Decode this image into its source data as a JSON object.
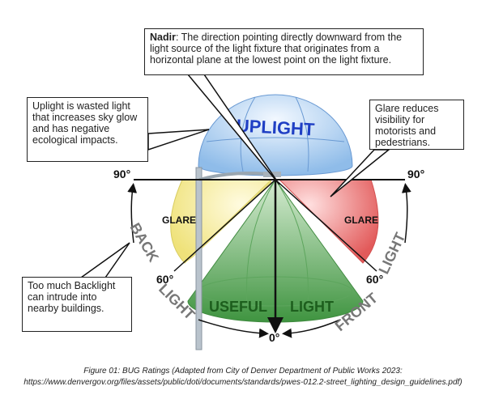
{
  "nadir_box": {
    "term": "Nadir",
    "text": ": The direction pointing directly downward from the light source of the light fixture that originates from a horizontal plane at the lowest point on the light fixture."
  },
  "uplight_box": {
    "text": "Uplight is wasted light that increases sky glow and has negative ecological impacts."
  },
  "glare_box": {
    "text": "Glare reduces visibility for motorists and pedestrians."
  },
  "backlight_box": {
    "text": "Too much Backlight can intrude into nearby buildings."
  },
  "labels": {
    "uplight": "UPLIGHT",
    "glare_left": "GLARE",
    "glare_right": "GLARE",
    "useful": "USEFUL",
    "light": "LIGHT",
    "back": "BACK",
    "back_light": "LIGHT",
    "front": "FRONT",
    "front_light": "LIGHT",
    "deg90_left": "90°",
    "deg90_right": "90°",
    "deg60_left": "60°",
    "deg60_right": "60°",
    "deg0": "0°"
  },
  "colors": {
    "uplight": "#a9cdef",
    "glare_back": "#f3ec9a",
    "glare_front": "#e86a6a",
    "useful": "#4f9e4f",
    "uplight_text": "#1f3fc4",
    "useful_text": "#1d5e1d"
  },
  "caption": {
    "line1": "Figure 01: BUG Ratings (Adapted from City of Denver Department of Public Works 2023:",
    "line2": "https://www.denvergov.org/files/assets/public/doti/documents/standards/pwes-012.2-street_lighting_design_guidelines.pdf)"
  }
}
